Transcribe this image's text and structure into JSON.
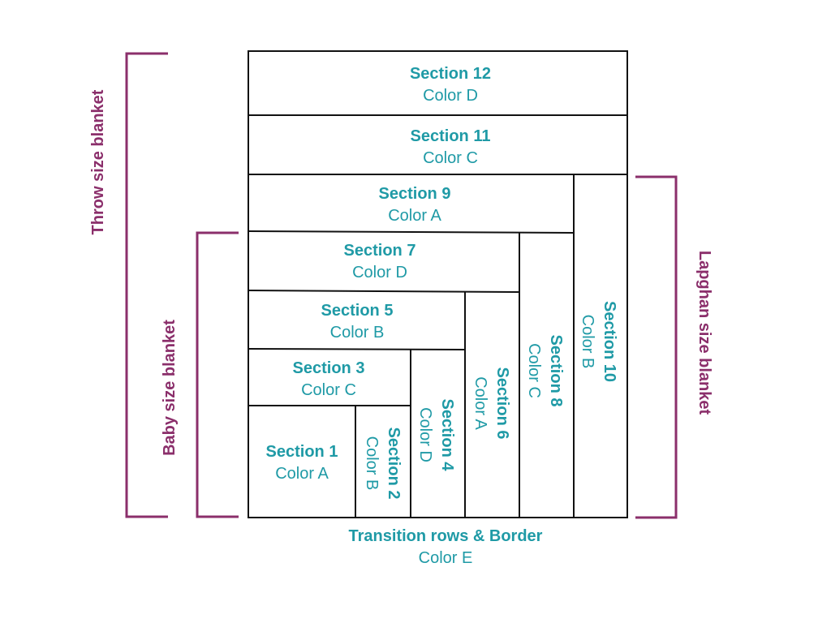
{
  "sections": {
    "s12": {
      "title": "Section 12",
      "color": "Color D"
    },
    "s11": {
      "title": "Section 11",
      "color": "Color C"
    },
    "s9": {
      "title": "Section 9",
      "color": "Color A"
    },
    "s7": {
      "title": "Section 7",
      "color": "Color D"
    },
    "s5": {
      "title": "Section 5",
      "color": "Color B"
    },
    "s3": {
      "title": "Section 3",
      "color": "Color C"
    },
    "s1": {
      "title": "Section 1",
      "color": "Color A"
    },
    "s2": {
      "title": "Section 2",
      "color": "Color B"
    },
    "s4": {
      "title": "Section 4",
      "color": "Color D"
    },
    "s6": {
      "title": "Section 6",
      "color": "Color A"
    },
    "s8": {
      "title": "Section 8",
      "color": "Color C"
    },
    "s10": {
      "title": "Section 10",
      "color": "Color B"
    }
  },
  "border": {
    "title": "Transition rows & Border",
    "color": "Color E"
  },
  "brackets": {
    "throw": "Throw size blanket",
    "baby": "Baby size blanket",
    "lapghan": "Lapghan size blanket"
  },
  "colors": {
    "teal": "#1f9aa6",
    "plum": "#8b2f6b",
    "line": "#111111"
  }
}
